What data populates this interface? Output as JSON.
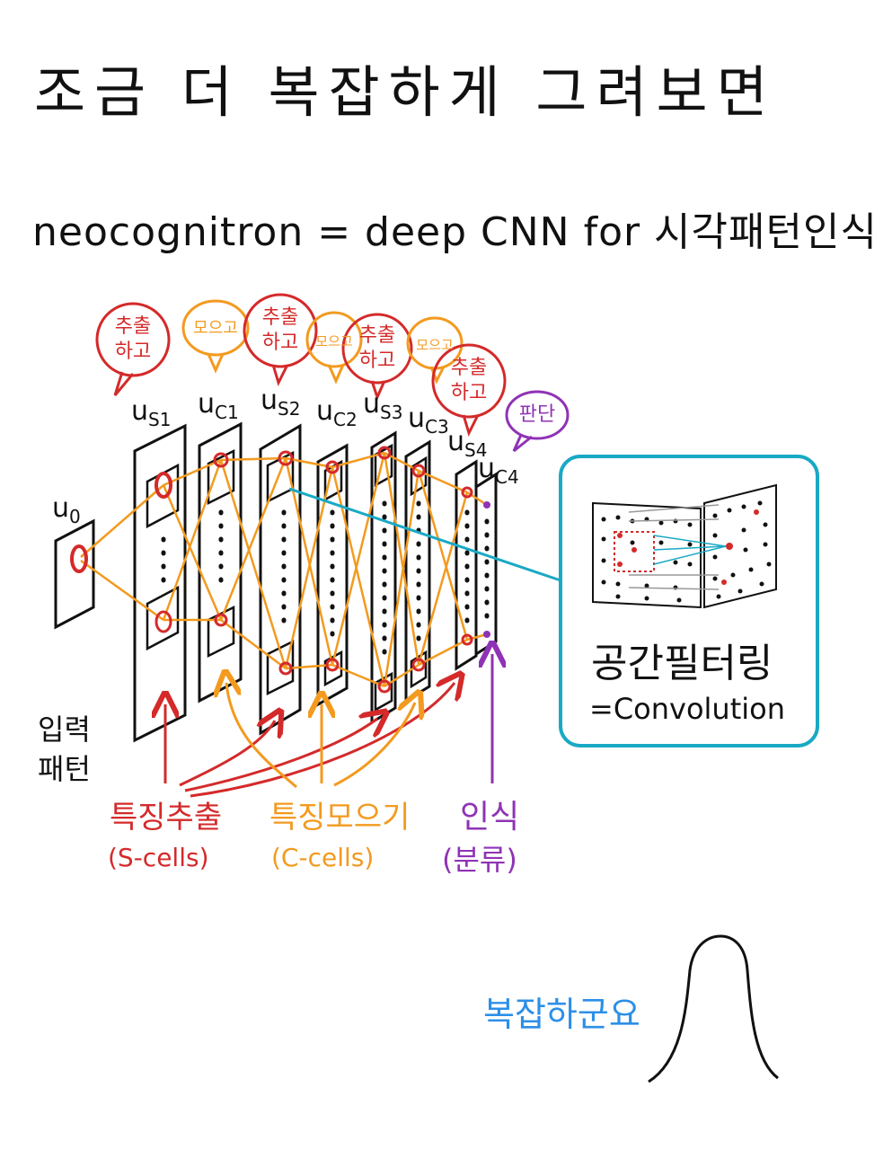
{
  "title": "조금 더 복잡하게 그려보면",
  "subtitle": "neocognitron = deep CNN for 시각패턴인식",
  "layers": {
    "u0": {
      "base": "u",
      "sub": "0"
    },
    "us1": {
      "base": "u",
      "sub": "S1"
    },
    "uc1": {
      "base": "u",
      "sub": "C1"
    },
    "us2": {
      "base": "u",
      "sub": "S2"
    },
    "uc2": {
      "base": "u",
      "sub": "C2"
    },
    "us3": {
      "base": "u",
      "sub": "S3"
    },
    "uc3": {
      "base": "u",
      "sub": "C3"
    },
    "us4": {
      "base": "u",
      "sub": "S4"
    },
    "uc4": {
      "base": "u",
      "sub": "C4"
    }
  },
  "bubbles": {
    "extract": "추출\n하고",
    "pool": "모으고",
    "judge": "판단"
  },
  "input_label": "입력\n패턴",
  "feature_extract": {
    "label": "특징추출",
    "cells": "(S-cells)"
  },
  "feature_pool": {
    "label": "특징모으기",
    "cells": "(C-cells)"
  },
  "recognition": {
    "label": "인식",
    "classify": "(분류)"
  },
  "filter_box": {
    "title": "공간필터링",
    "equation": "=Convolution"
  },
  "comment": "복잡하군요",
  "colors": {
    "red": "#d42a2a",
    "orange": "#f39a1f",
    "purple": "#8f33b5",
    "teal": "#19a9c4",
    "blue": "#2c8fe8"
  }
}
